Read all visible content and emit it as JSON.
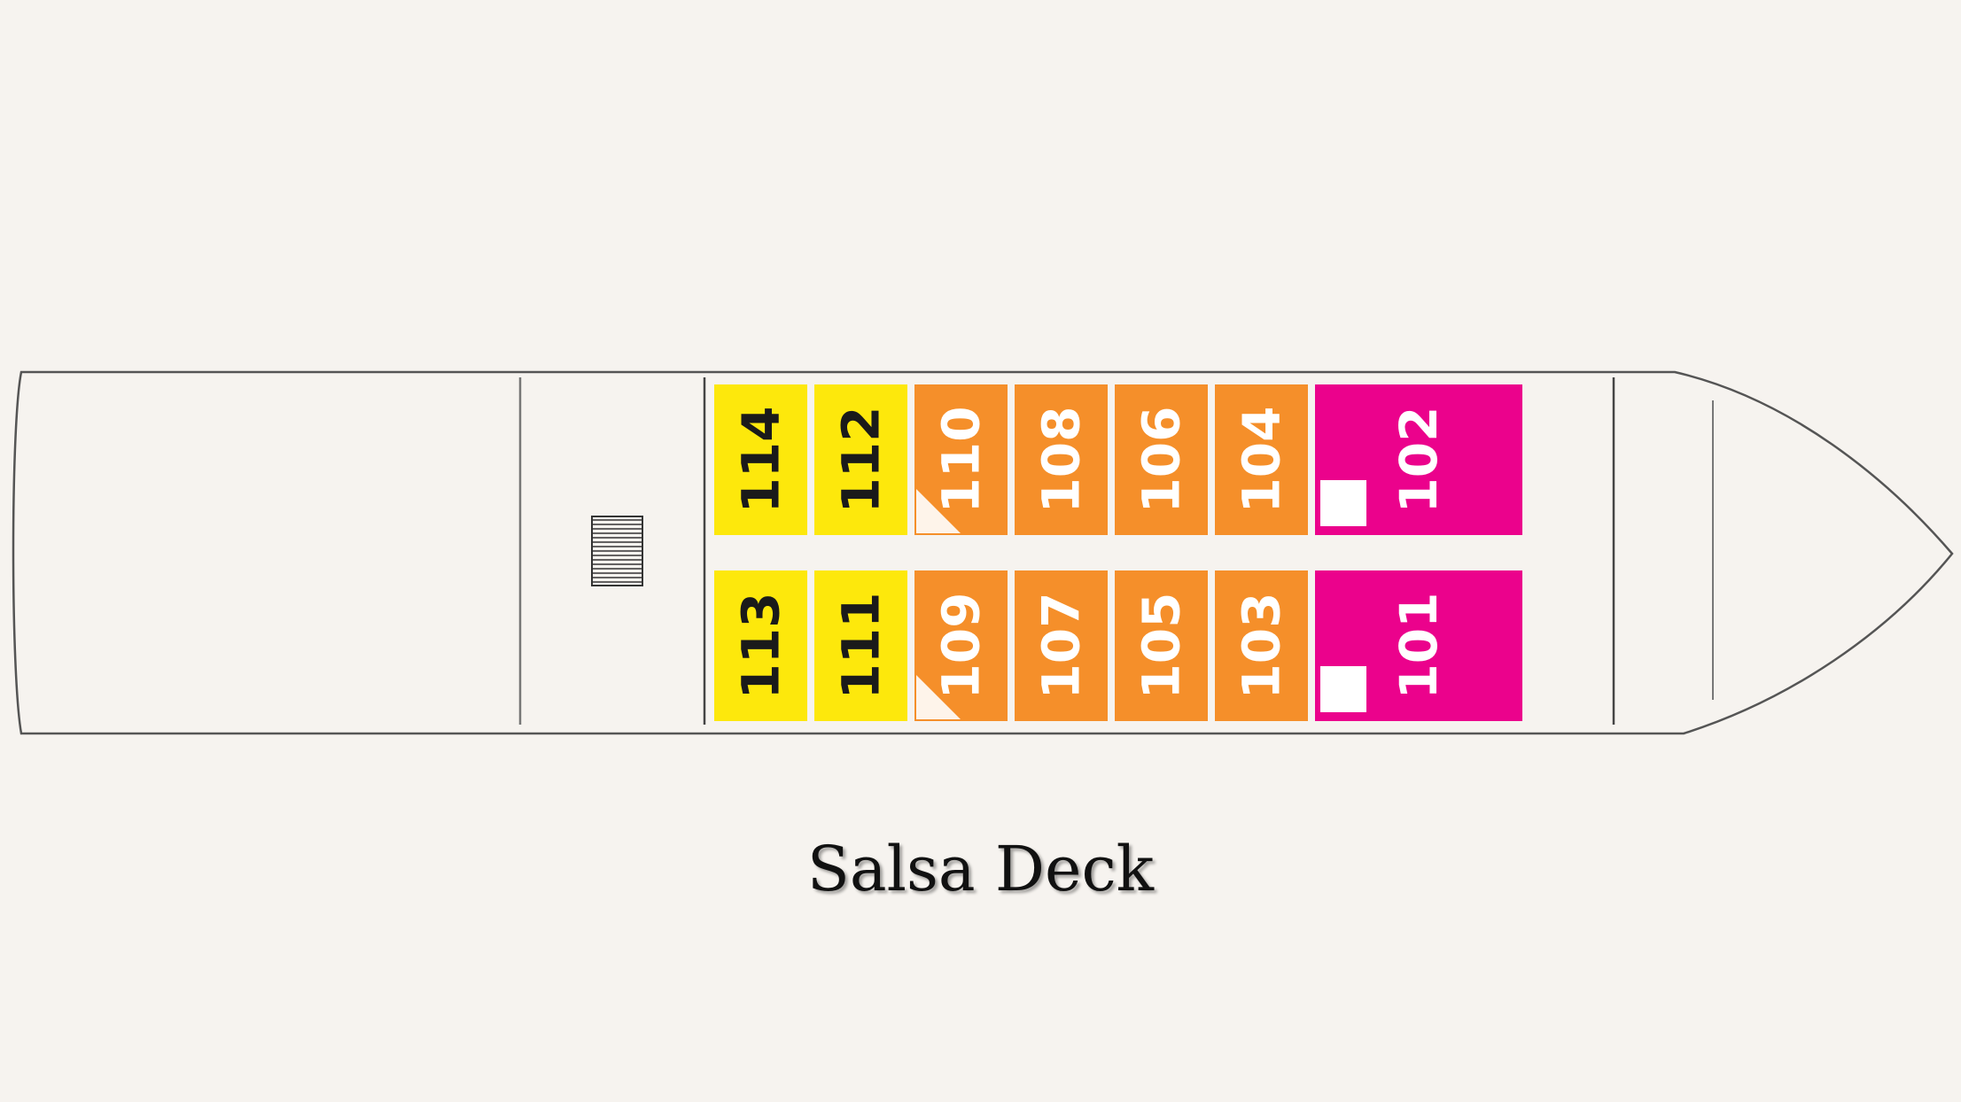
{
  "deck": {
    "title": "Salsa Deck"
  },
  "colors": {
    "background": "#f6f3ef",
    "hull_fill": "#f6f3ef",
    "hull_stroke": "#555555",
    "category_yellow": "#fde80c",
    "category_orange": "#f58f2a",
    "category_magenta": "#eb028c",
    "label_dark": "#1a1a1a",
    "label_light": "#ffffff",
    "marker": "#ffffff"
  },
  "cabins": [
    {
      "number": "114",
      "category": "yellow",
      "row": "top",
      "marker": "none"
    },
    {
      "number": "112",
      "category": "yellow",
      "row": "top",
      "marker": "none"
    },
    {
      "number": "110",
      "category": "orange",
      "row": "top",
      "marker": "triangle"
    },
    {
      "number": "108",
      "category": "orange",
      "row": "top",
      "marker": "none"
    },
    {
      "number": "106",
      "category": "orange",
      "row": "top",
      "marker": "none"
    },
    {
      "number": "104",
      "category": "orange",
      "row": "top",
      "marker": "none"
    },
    {
      "number": "102",
      "category": "magenta",
      "row": "top",
      "marker": "square"
    },
    {
      "number": "113",
      "category": "yellow",
      "row": "bottom",
      "marker": "none"
    },
    {
      "number": "111",
      "category": "yellow",
      "row": "bottom",
      "marker": "none"
    },
    {
      "number": "109",
      "category": "orange",
      "row": "bottom",
      "marker": "triangle"
    },
    {
      "number": "107",
      "category": "orange",
      "row": "bottom",
      "marker": "none"
    },
    {
      "number": "105",
      "category": "orange",
      "row": "bottom",
      "marker": "none"
    },
    {
      "number": "103",
      "category": "orange",
      "row": "bottom",
      "marker": "none"
    },
    {
      "number": "101",
      "category": "magenta",
      "row": "bottom",
      "marker": "square"
    }
  ]
}
